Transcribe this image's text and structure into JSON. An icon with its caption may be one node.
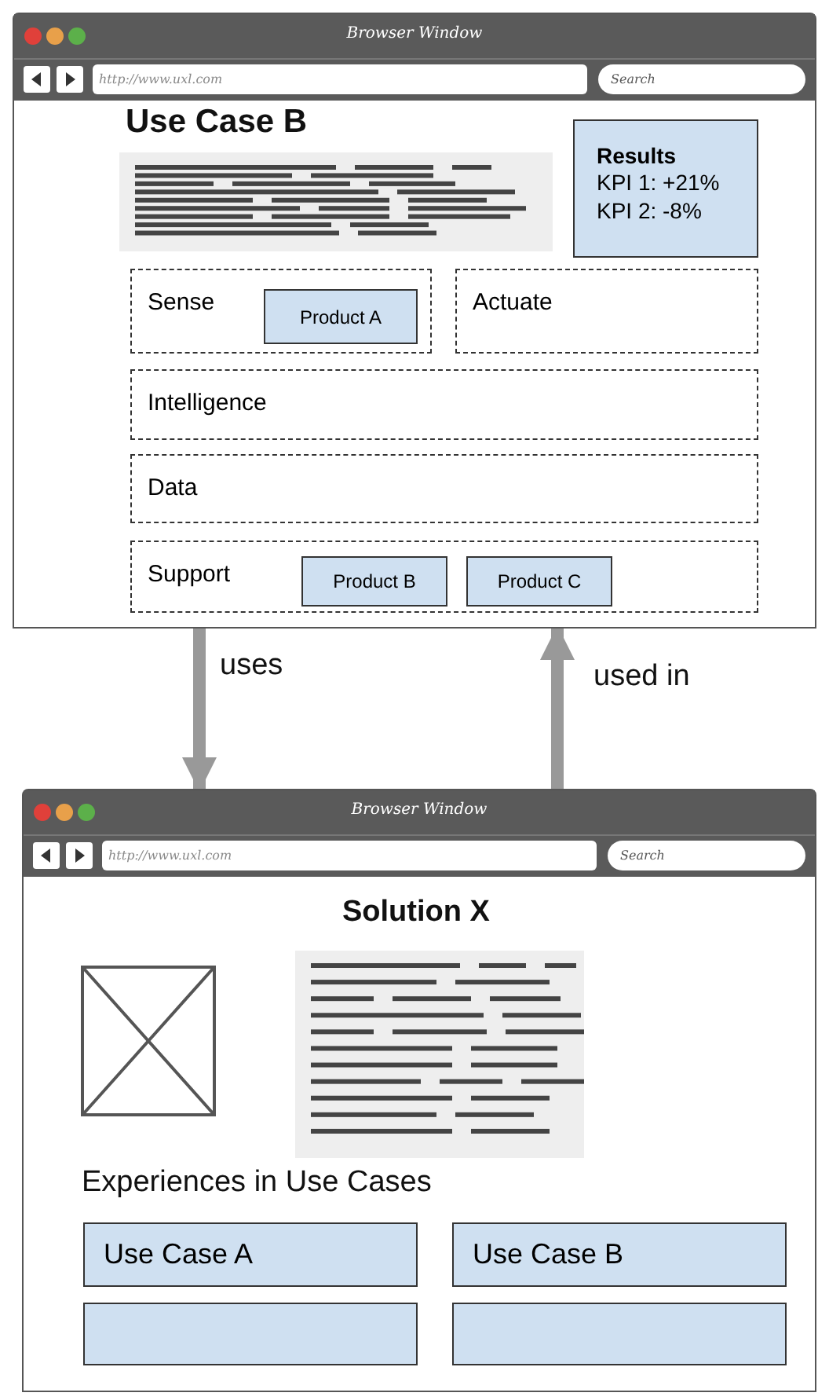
{
  "diagram": {
    "nodes": [
      {
        "text": [
          "Browser Window"
        ]
      },
      {
        "text": [
          "Results",
          "KPI 1: +21% KPI 2: -8%"
        ],
        "in": 0
      },
      {
        "text": [
          "Sense"
        ],
        "in": 0
      },
      {
        "text": [
          "Product A"
        ],
        "in": 2
      },
      {
        "text": [
          "Actuate"
        ],
        "in": 0
      },
      {
        "text": [
          "Intelligence"
        ],
        "in": 0
      },
      {
        "text": [
          "Data"
        ],
        "in": 0
      },
      {
        "text": [
          "Support"
        ],
        "in": 0
      },
      {
        "text": [
          "Product B"
        ],
        "in": 7
      },
      {
        "text": [
          "Product C"
        ],
        "in": 7
      },
      {
        "text": [
          "Browser Window"
        ]
      },
      {
        "text": [
          "Use Case A"
        ],
        "in": 10
      },
      {
        "text": [
          "Use Case B"
        ],
        "in": 10
      },
      {
        "text": [],
        "shape": "box",
        "in": 10
      },
      {
        "text": [],
        "shape": "box",
        "in": 10
      }
    ],
    "edges": [
      {
        "from": 0,
        "to": 10,
        "arrow": "to",
        "label": "uses"
      },
      {
        "from": 10,
        "to": 0,
        "arrow": "to",
        "label": "used in"
      }
    ],
    "labels": [
      "http://www.uxl.com",
      "Search",
      "Use Case B",
      "http://www.uxl.com",
      "Search",
      "Solution X",
      "Experiences in Use Cases"
    ]
  }
}
